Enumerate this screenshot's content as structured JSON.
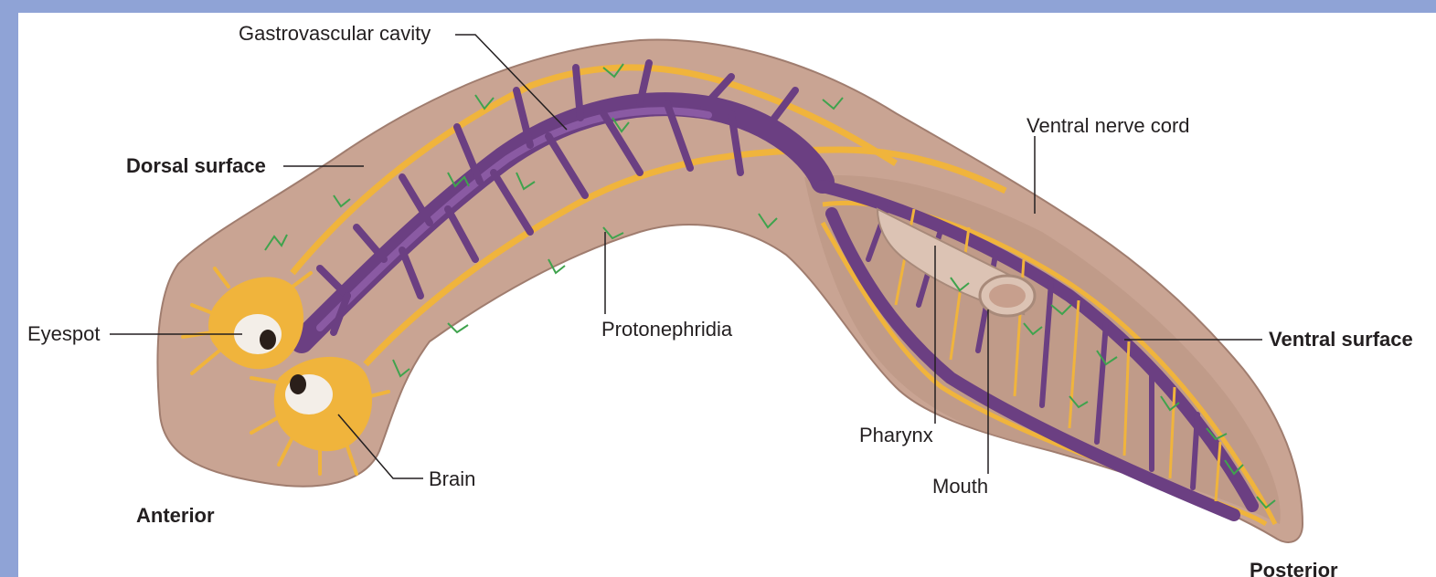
{
  "labels": {
    "gastrovascular_cavity": "Gastrovascular cavity",
    "dorsal_surface": "Dorsal surface",
    "ventral_nerve_cord": "Ventral nerve cord",
    "eyespot": "Eyespot",
    "protonephridia": "Protonephridia",
    "ventral_surface": "Ventral surface",
    "pharynx": "Pharynx",
    "brain": "Brain",
    "mouth": "Mouth",
    "anterior": "Anterior",
    "posterior": "Posterior"
  },
  "colors": {
    "frame": "#8fa3d6",
    "body": "#c9a493",
    "body_outline": "#a07d6f",
    "nerve": "#f0b43c",
    "gut": "#6b3f82",
    "gut_light": "#8a5aa3",
    "protonephridia": "#3fa34d",
    "pharynx": "#dcc3b4"
  }
}
